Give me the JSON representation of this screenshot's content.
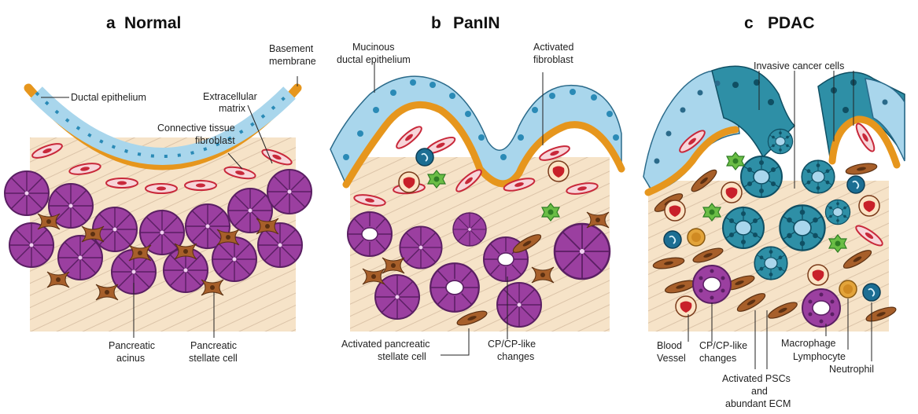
{
  "panels": {
    "a": {
      "letter": "a",
      "title": "Normal",
      "labels": {
        "ductal_epithelium": "Ductal epithelium",
        "basement_membrane": [
          "Basement",
          "membrane"
        ],
        "extracellular_matrix": [
          "Extracellular",
          "matrix"
        ],
        "connective_tissue_fibroblast": [
          "Connective tissue",
          "fibroblast"
        ],
        "pancreatic_acinus": [
          "Pancreatic",
          "acinus"
        ],
        "pancreatic_stellate_cell": [
          "Pancreatic",
          "stellate cell"
        ]
      }
    },
    "b": {
      "letter": "b",
      "title": "PanIN",
      "labels": {
        "mucinous_ductal_epithelium": [
          "Mucinous",
          "ductal epithelium"
        ],
        "activated_fibroblast": [
          "Activated",
          "fibroblast"
        ],
        "activated_pancreatic_stellate_cell": [
          "Activated pancreatic",
          "stellate cell"
        ],
        "cp_changes": [
          "CP/CP-like",
          "changes"
        ]
      }
    },
    "c": {
      "letter": "c",
      "title": "PDAC",
      "labels": {
        "invasive_cancer_cells": "Invasive cancer cells",
        "blood_vessel": [
          "Blood",
          "Vessel"
        ],
        "cp_changes": [
          "CP/CP-like",
          "changes"
        ],
        "activated_pscs": [
          "Activated PSCs",
          "and",
          "abundant ECM"
        ],
        "macrophage": "Macrophage",
        "lymphocyte": "Lymphocyte",
        "neutrophil": "Neutrophil"
      }
    }
  },
  "colors": {
    "stroma": "#f6e3c8",
    "epithelium": "#a9d6ec",
    "epithelium_nucleus": "#2a8ab6",
    "basement_membrane": "#e6961d",
    "acinus": "#9b3fa0",
    "stellate_cell": "#a75f2a",
    "fibroblast": "#c8283a",
    "cancer_cell": "#2e8fa6",
    "cancer_nucleus": "#0f4f63",
    "macrophage": "#6abd45",
    "lymphocyte": "#e3a43a",
    "neutrophil": "#1c6e93",
    "blood_vessel": "#c8202a"
  }
}
